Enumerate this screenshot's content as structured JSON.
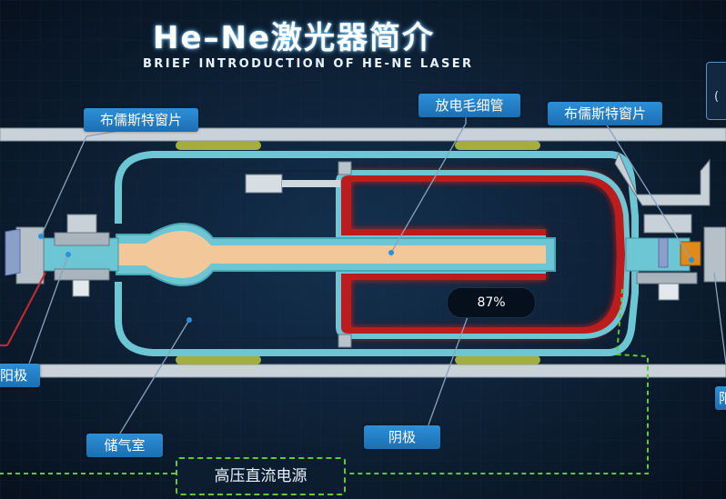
{
  "title": {
    "main": "He–Ne激光器简介",
    "sub": "BRIEF INTRODUCTION OF HE-NE LASER"
  },
  "labels": {
    "brewster_left": "布儒斯特窗片",
    "capillary": "放电毛细管",
    "brewster_right": "布儒斯特窗片",
    "anode_partial": "阳极",
    "reservoir": "储气室",
    "cathode": "阴极",
    "power_supply": "高压直流电源",
    "right_edge_partial": "阳"
  },
  "progress": {
    "value_percent": 87,
    "label": "87%"
  },
  "colors": {
    "background": "#0b1a2c",
    "tube_glass": "#6cc6d4",
    "glow": "#c61f1f",
    "label_blue": "#2d8fd6",
    "dashed_wire": "#5cc83a",
    "plasma": "#f2c79a"
  },
  "edge_box": {
    "glyph": "("
  }
}
